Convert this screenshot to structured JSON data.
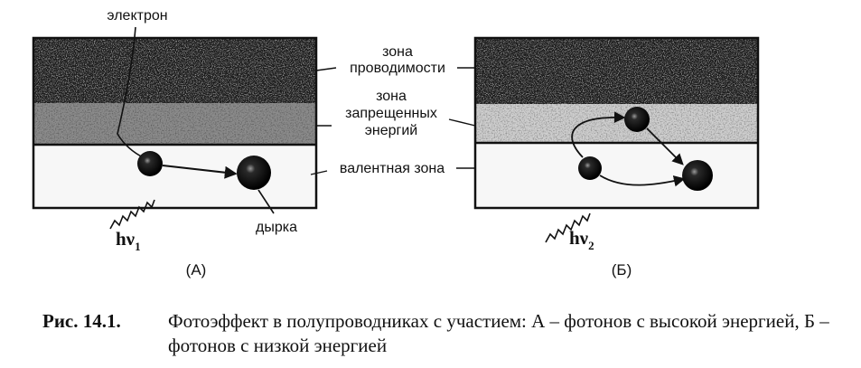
{
  "diagram": {
    "labels": {
      "electron": "электрон",
      "conduction_band": [
        "зона",
        "проводимости"
      ],
      "forbidden_band": [
        "зона",
        "запрещенных",
        "энергий"
      ],
      "valence_band": "валентная зона",
      "hole": "дырка"
    },
    "photons": {
      "a": {
        "symbol": "hν",
        "subscript": "1"
      },
      "b": {
        "symbol": "hν",
        "subscript": "2"
      }
    },
    "panels": {
      "a": "(А)",
      "b": "(Б)"
    },
    "colors": {
      "conduction": "#1e1e1e",
      "forbidden": "#8c8c8c",
      "valence": "#f7f7f7",
      "outline": "#111111"
    }
  },
  "caption": {
    "label": "Рис. 14.1.",
    "text": "Фотоэффект в полупроводниках с участием: А – фотонов с высокой энергией, Б – фотонов с низкой энергией"
  }
}
